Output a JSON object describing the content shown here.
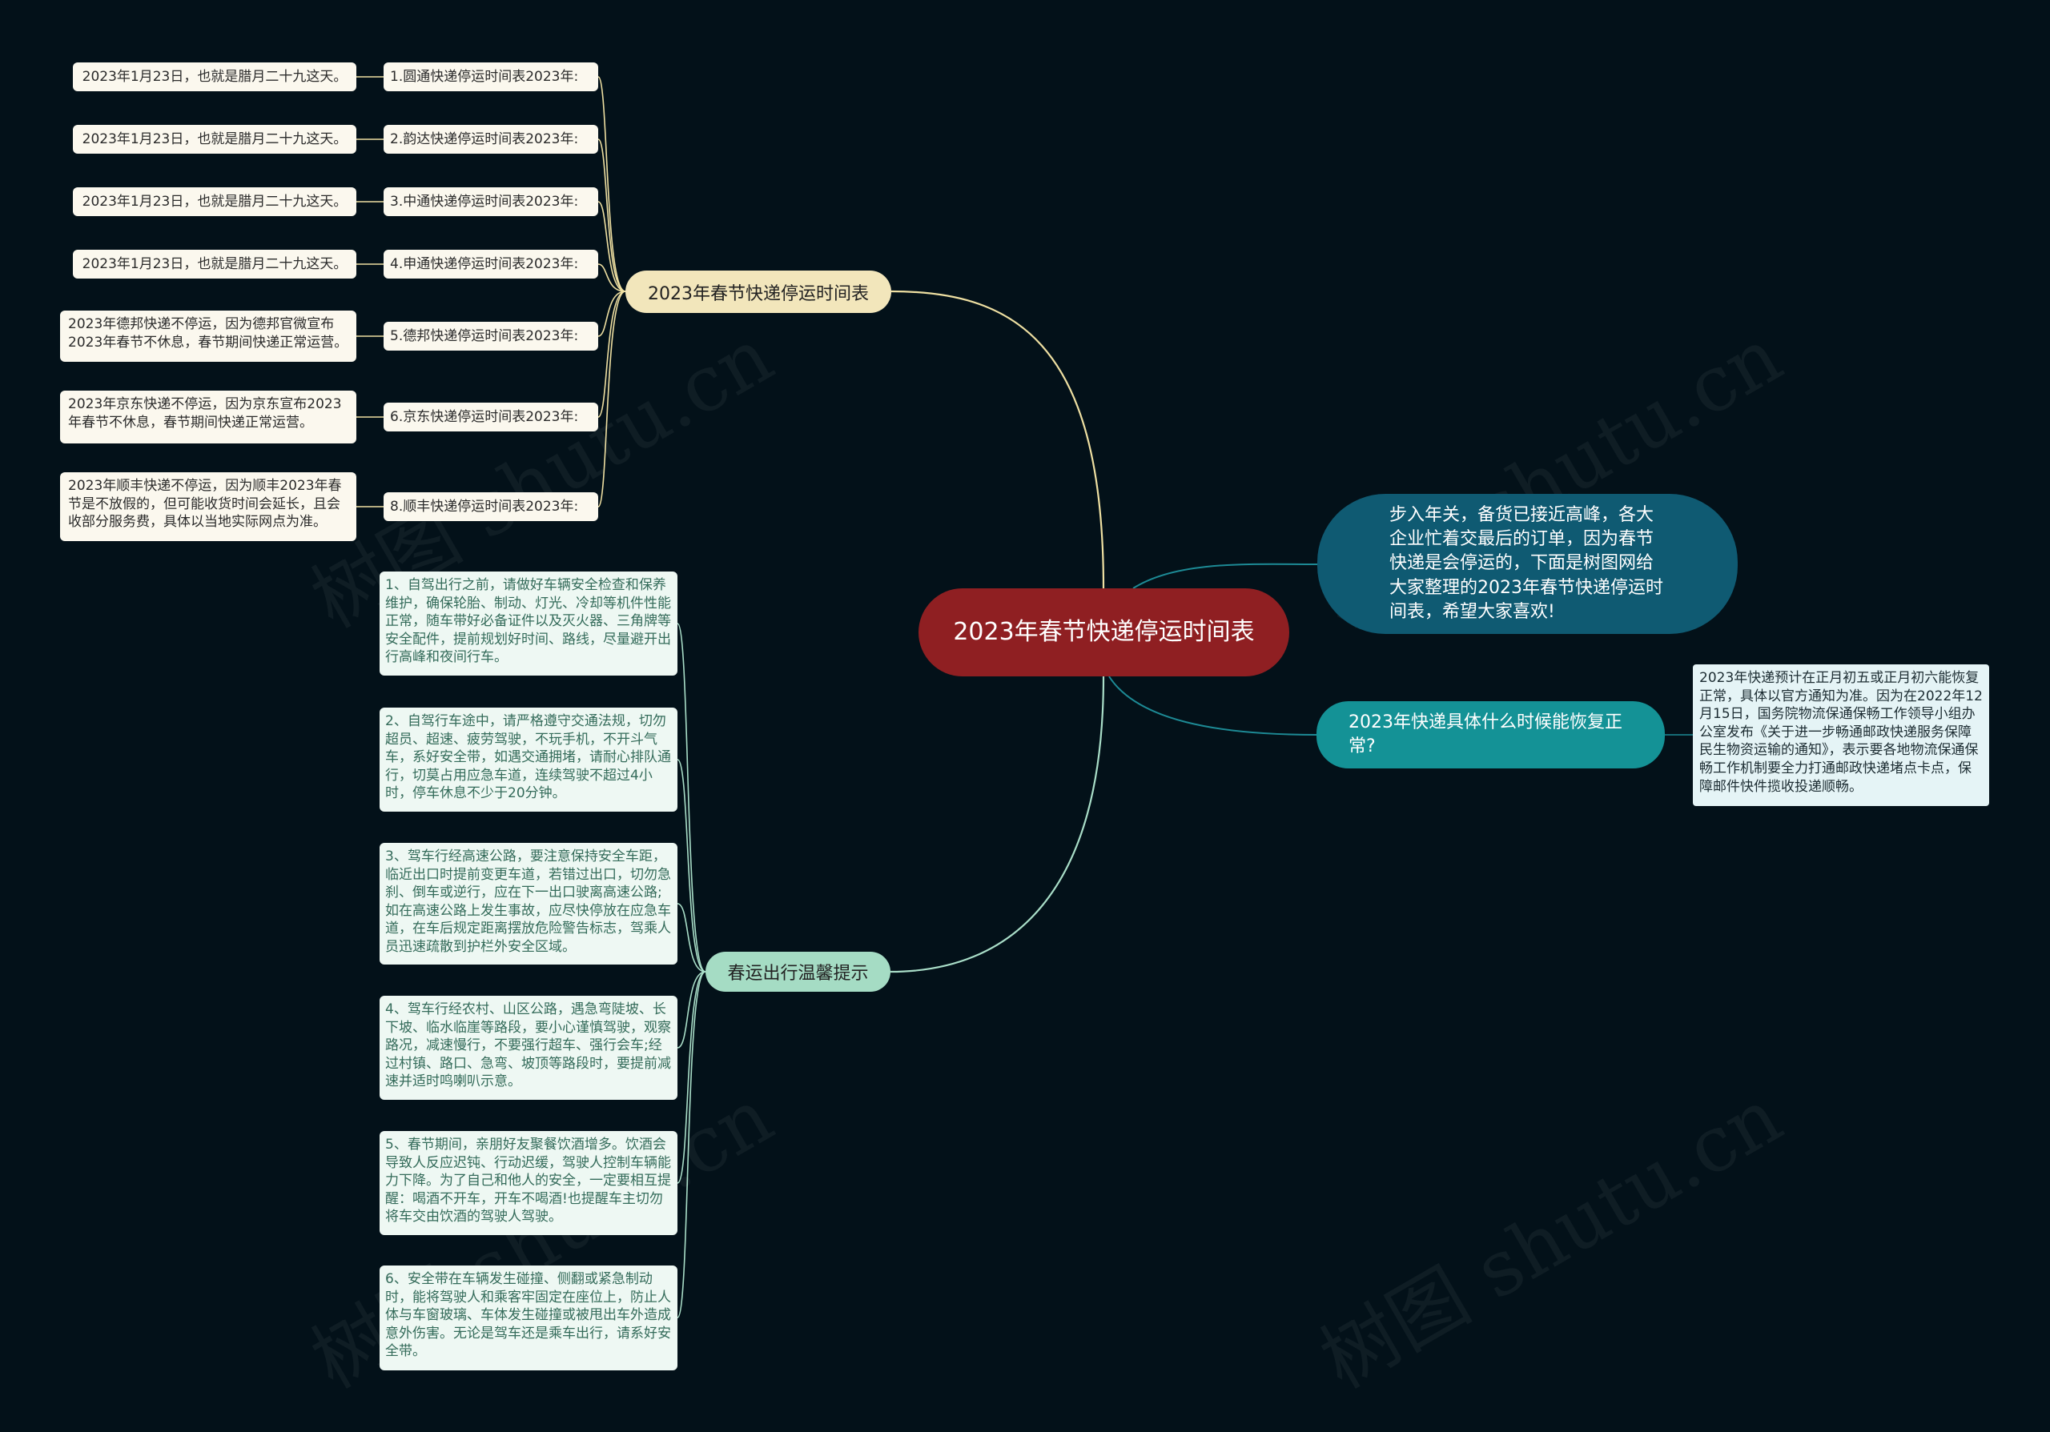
{
  "root": "2023年春节快递停运时间表",
  "intro": "步入年关，备货已接近高峰，各大企业忙着交最后的订单，因为春节快递是会停运的，下面是树图网给大家整理的2023年春节快递停运时间表，希望大家喜欢!",
  "question": {
    "label": "2023年快递具体什么时候能恢复正常?",
    "answer": "2023年快递预计在正月初五或正月初六能恢复正常，具体以官方通知为准。因为在2022年12月15日，国务院物流保通保畅工作领导小组办公室发布《关于进一步畅通邮政快递服务保障民生物资运输的通知》，表示要各地物流保通保畅工作机制要全力打通邮政快递堵点卡点，保障邮件快件揽收投递顺畅。"
  },
  "schedule": {
    "label": "2023年春节快递停运时间表",
    "items": [
      {
        "company": "1.圆通快递停运时间表2023年:",
        "detail": "2023年1月23日，也就是腊月二十九这天。"
      },
      {
        "company": "2.韵达快递停运时间表2023年:",
        "detail": "2023年1月23日，也就是腊月二十九这天。"
      },
      {
        "company": "3.中通快递停运时间表2023年:",
        "detail": "2023年1月23日，也就是腊月二十九这天。"
      },
      {
        "company": "4.申通快递停运时间表2023年:",
        "detail": "2023年1月23日，也就是腊月二十九这天。"
      },
      {
        "company": "5.德邦快递停运时间表2023年:",
        "detail": "2023年德邦快递不停运，因为德邦官微宣布2023年春节不休息，春节期间快递正常运营。"
      },
      {
        "company": "6.京东快递停运时间表2023年:",
        "detail": "2023年京东快递不停运，因为京东宣布2023年春节不休息，春节期间快递正常运营。"
      },
      {
        "company": "8.顺丰快递停运时间表2023年:",
        "detail": "2023年顺丰快递不停运，因为顺丰2023年春节是不放假的，但可能收货时间会延长，且会收部分服务费，具体以当地实际网点为准。"
      }
    ]
  },
  "tips": {
    "label": "春运出行温馨提示",
    "items": [
      "1、自驾出行之前，请做好车辆安全检查和保养维护，确保轮胎、制动、灯光、冷却等机件性能正常，随车带好必备证件以及灭火器、三角牌等安全配件，提前规划好时间、路线，尽量避开出行高峰和夜间行车。",
      "2、自驾行车途中，请严格遵守交通法规，切勿超员、超速、疲劳驾驶，不玩手机，不开斗气车，系好安全带，如遇交通拥堵，请耐心排队通行，切莫占用应急车道，连续驾驶不超过4小时，停车休息不少于20分钟。",
      "3、驾车行经高速公路，要注意保持安全车距，临近出口时提前变更车道，若错过出口，切勿急刹、倒车或逆行，应在下一出口驶离高速公路;如在高速公路上发生事故，应尽快停放在应急车道，在车后规定距离摆放危险警告标志，驾乘人员迅速疏散到护栏外安全区域。",
      "4、驾车行经农村、山区公路，遇急弯陡坡、长下坡、临水临崖等路段，要小心谨慎驾驶，观察路况，减速慢行，不要强行超车、强行会车;经过村镇、路口、急弯、坡顶等路段时，要提前减速并适时鸣喇叭示意。",
      "5、春节期间，亲朋好友聚餐饮酒增多。饮酒会导致人反应迟钝、行动迟缓，驾驶人控制车辆能力下降。为了自己和他人的安全，一定要相互提醒：喝酒不开车，开车不喝酒!也提醒车主切勿将车交由饮酒的驾驶人驾驶。",
      "6、安全带在车辆发生碰撞、侧翻或紧急制动时，能将驾驶人和乘客牢固定在座位上，防止人体与车窗玻璃、车体发生碰撞或被甩出车外造成意外伤害。无论是驾车还是乘车出行，请系好安全带。"
    ]
  },
  "watermark": "树图 shutu.cn",
  "colors": {
    "background": "#031119",
    "root": "#8f1f22",
    "schedule_branch": "#f2e6bb",
    "schedule_line": "#efe0a2",
    "tips_branch": "#a5dcc4",
    "tips_line": "#a9dec8",
    "intro": "#0f5a72",
    "question": "#149296",
    "teal_line": "#1d8a95"
  }
}
